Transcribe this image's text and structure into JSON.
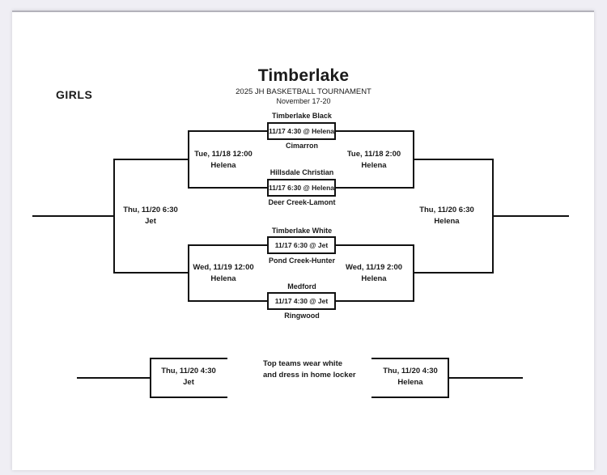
{
  "page": {
    "title": "Timberlake",
    "subtitle": "2025 JH BASKETBALL TOURNAMENT",
    "date_range": "November 17-20",
    "division": "GIRLS",
    "note_line1": "Top teams wear white",
    "note_line2": "and dress in home locker"
  },
  "games": [
    {
      "top_team": "Timberlake Black",
      "info": "11/17 4:30 @ Helena",
      "bottom_team": "Cimarron"
    },
    {
      "top_team": "Hillsdale Christian",
      "info": "11/17 6:30 @ Helena",
      "bottom_team": "Deer Creek-Lamont"
    },
    {
      "top_team": "Timberlake White",
      "info": "11/17 6:30 @ Jet",
      "bottom_team": "Pond Creek-Hunter"
    },
    {
      "top_team": "Medford",
      "info": "11/17 4:30 @ Jet",
      "bottom_team": "Ringwood"
    }
  ],
  "rounds": {
    "semi_left_top": {
      "datetime": "Tue, 11/18 12:00",
      "location": "Helena"
    },
    "semi_right_top": {
      "datetime": "Tue, 11/18 2:00",
      "location": "Helena"
    },
    "semi_left_bottom": {
      "datetime": "Wed, 11/19 12:00",
      "location": "Helena"
    },
    "semi_right_bottom": {
      "datetime": "Wed, 11/19 2:00",
      "location": "Helena"
    },
    "final_left": {
      "datetime": "Thu, 11/20 6:30",
      "location": "Jet"
    },
    "final_right": {
      "datetime": "Thu, 11/20 6:30",
      "location": "Helena"
    },
    "third_left": {
      "datetime": "Thu, 11/20 4:30",
      "location": "Jet"
    },
    "third_right": {
      "datetime": "Thu, 11/20 4:30",
      "location": "Helena"
    }
  },
  "colors": {
    "background": "#efeef4",
    "page": "#ffffff",
    "line": "#111111",
    "text": "#1a1a1a"
  }
}
